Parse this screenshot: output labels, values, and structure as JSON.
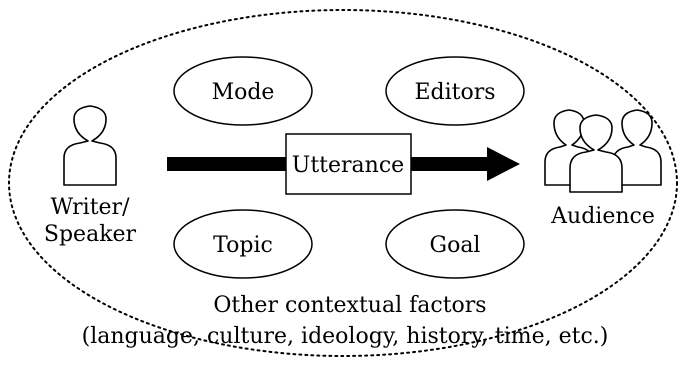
{
  "context": {
    "title": "Other contextual factors",
    "examples": "(language, culture, ideology, history, time, etc.)"
  },
  "factors": {
    "mode": "Mode",
    "editors": "Editors",
    "topic": "Topic",
    "goal": "Goal"
  },
  "writer": {
    "line1": "Writer/",
    "line2": "Speaker",
    "icon": "person-icon"
  },
  "utterance": "Utterance",
  "audience": {
    "label": "Audience",
    "icon": "group-icon"
  }
}
